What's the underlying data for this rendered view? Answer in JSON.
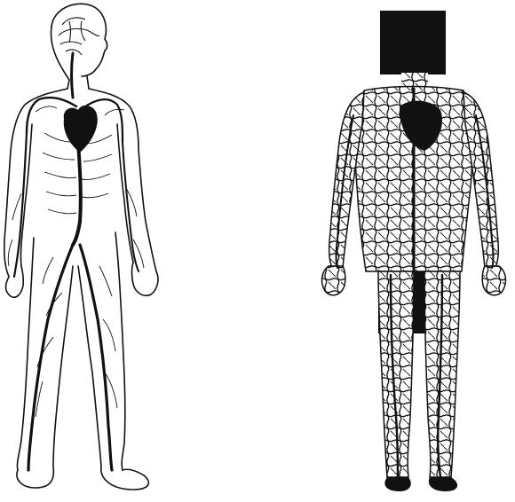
{
  "image": {
    "background": "#ffffff",
    "ink": "#111111",
    "figures": [
      {
        "name": "arterial-circulation-figure",
        "style": "outline-with-sparse-vessels"
      },
      {
        "name": "dense-vascular-network-figure",
        "style": "dense-vessel-network"
      }
    ]
  }
}
